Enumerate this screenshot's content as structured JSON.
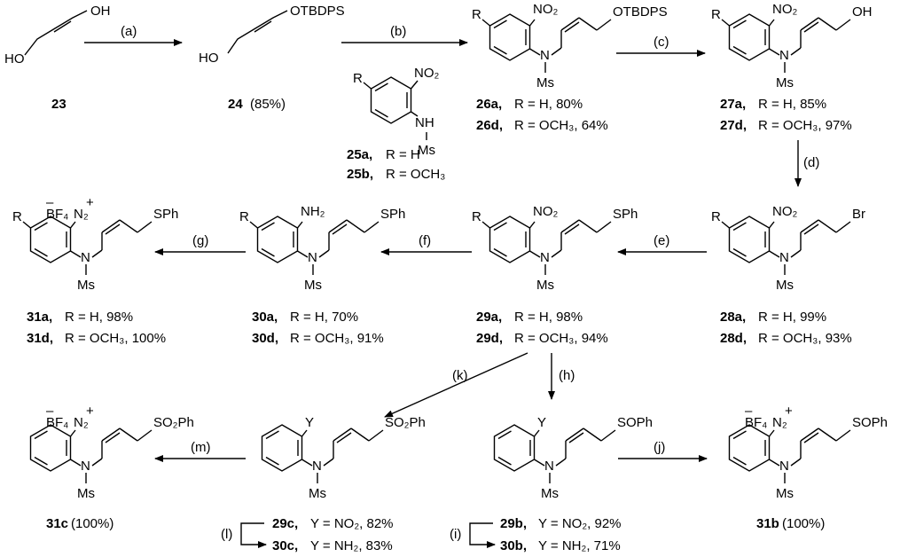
{
  "reagents": [
    "(a)",
    "(b)",
    "(c)",
    "(d)",
    "(e)",
    "(f)",
    "(g)",
    "(h)",
    "(j)",
    "(k)",
    "(m)",
    "(l)",
    "(i)"
  ],
  "compounds": {
    "c23": {
      "label": "23",
      "yield": ""
    },
    "c24": {
      "label": "24",
      "yield": "(85%)"
    },
    "c25a": {
      "label": "25a,",
      "desc": "R = H"
    },
    "c25b": {
      "label": "25b,",
      "desc": "R = OCH₃"
    },
    "c26a": {
      "label": "26a,",
      "desc": "R = H, 80%"
    },
    "c26d": {
      "label": "26d,",
      "desc": "R = OCH₃, 64%"
    },
    "c27a": {
      "label": "27a,",
      "desc": "R = H, 85%"
    },
    "c27d": {
      "label": "27d,",
      "desc": "R = OCH₃, 97%"
    },
    "c28a": {
      "label": "28a,",
      "desc": "R = H, 99%"
    },
    "c28d": {
      "label": "28d,",
      "desc": "R = OCH₃, 93%"
    },
    "c29a": {
      "label": "29a,",
      "desc": "R = H, 98%"
    },
    "c29d": {
      "label": "29d,",
      "desc": "R = OCH₃, 94%"
    },
    "c30a": {
      "label": "30a,",
      "desc": "R = H, 70%"
    },
    "c30d": {
      "label": "30d,",
      "desc": "R = OCH₃, 91%"
    },
    "c31a": {
      "label": "31a,",
      "desc": "R = H, 98%"
    },
    "c31d": {
      "label": "31d,",
      "desc": "R = OCH₃, 100%"
    },
    "c29c": {
      "label": "29c,",
      "desc": "Y = NO₂, 82%"
    },
    "c30c": {
      "label": "30c,",
      "desc": "Y = NH₂, 83%"
    },
    "c29b": {
      "label": "29b,",
      "desc": "Y = NO₂, 92%"
    },
    "c30b": {
      "label": "30b,",
      "desc": "Y = NH₂, 71%"
    },
    "c31c": {
      "label": "31c",
      "yield": "(100%)"
    },
    "c31b": {
      "label": "31b",
      "yield": "(100%)"
    }
  },
  "atoms": {
    "oh": "OH",
    "ho": "HO",
    "otbdps": "OTBDPS",
    "r": "R",
    "no2": "NO₂",
    "nh": "NH",
    "n": "N",
    "ms": "Ms",
    "br": "Br",
    "sph": "SPh",
    "nh2": "NH₂",
    "bf4": "BF₄",
    "n2": "N₂",
    "y": "Y",
    "so2ph": "SO₂Ph",
    "soph": "SOPh",
    "minus": "–",
    "plus": "+"
  }
}
